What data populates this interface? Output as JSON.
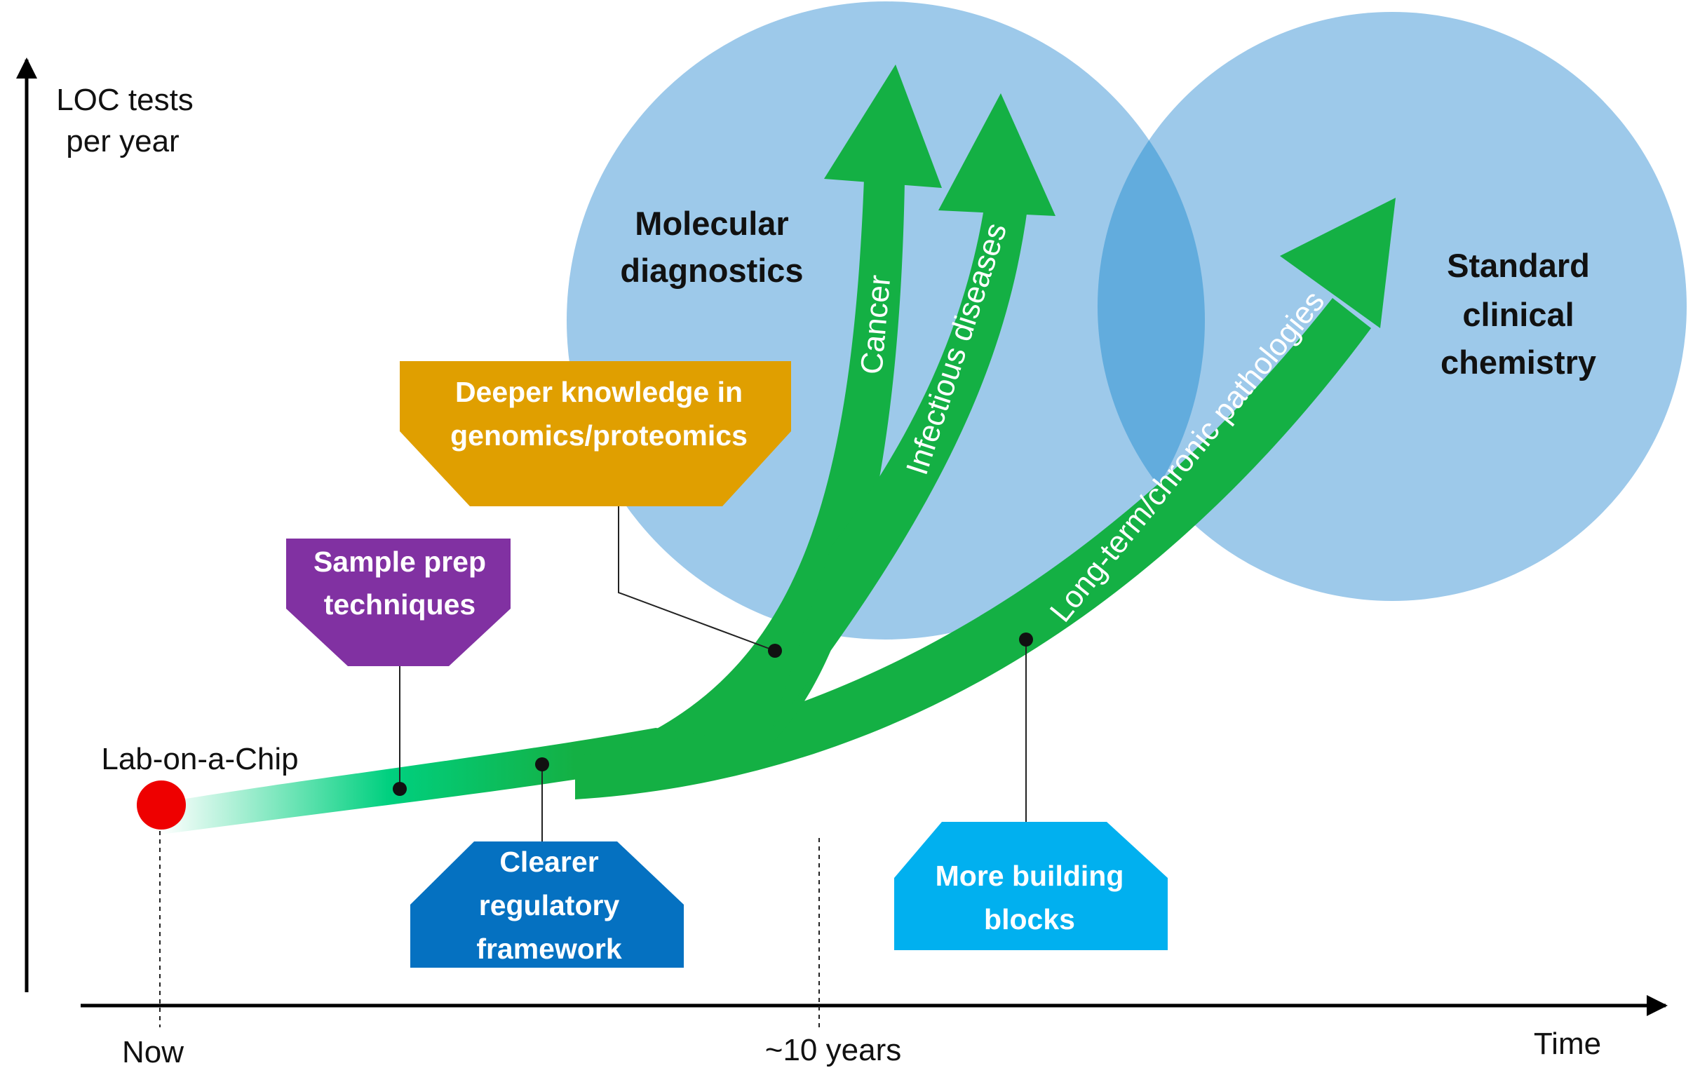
{
  "axes": {
    "y_label_line1": "LOC tests",
    "y_label_line2": "per year",
    "x_label": "Time",
    "tick_now": "Now",
    "tick_10": "~10 years"
  },
  "start_label": "Lab-on-a-Chip",
  "circles": {
    "molecular_line1": "Molecular",
    "molecular_line2": "diagnostics",
    "standard_line1": "Standard",
    "standard_line2": "clinical",
    "standard_line3": "chemistry"
  },
  "arrows": {
    "cancer": "Cancer",
    "infectious": "Infectious  diseases",
    "chronic": "Long-term/chronic pathologies"
  },
  "boxes": {
    "deeper_line1": "Deeper  knowledge in",
    "deeper_line2": "genomics/proteomics",
    "sample_line1": "Sample prep",
    "sample_line2": "techniques",
    "regulatory_line1": "Clearer",
    "regulatory_line2": "regulatory",
    "regulatory_line3": "framework",
    "building_line1": "More building",
    "building_line2": "blocks"
  },
  "colors": {
    "circle": "#9dc9ea",
    "circle_overlap": "#62acdd",
    "arrow_green": "#14b044",
    "deeper_box": "#e09f00",
    "sample_box": "#8131a2",
    "regulatory_box": "#0571c1",
    "building_box": "#01b0ef",
    "start_dot": "#ee0000"
  }
}
